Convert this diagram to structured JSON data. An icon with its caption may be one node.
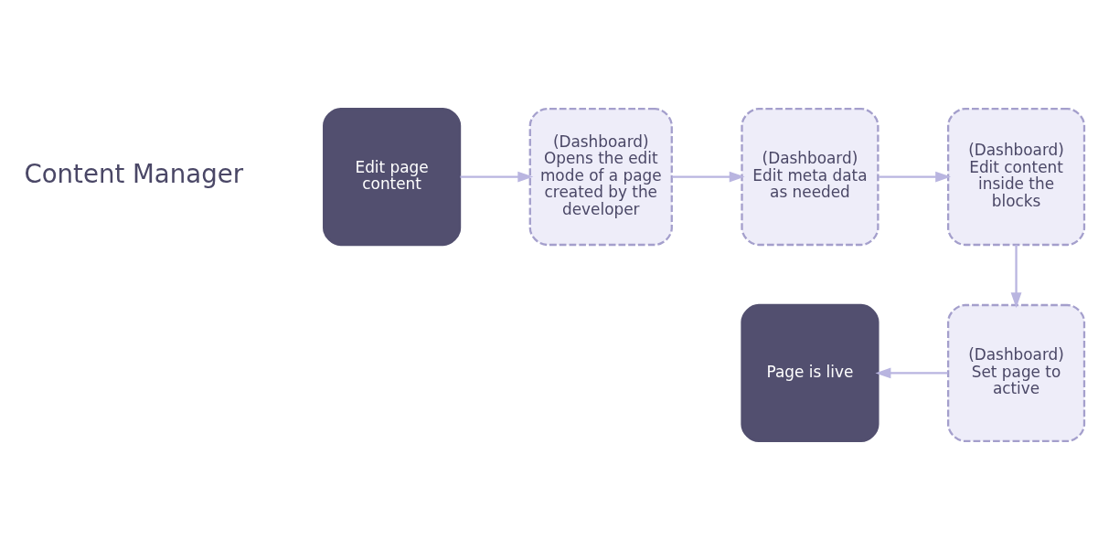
{
  "diagram": {
    "nodes": [
      {
        "text": [
          "Edit page content"
        ]
      },
      {
        "text": [
          "(Dashboard)",
          "Opens the edit mode of a page created by the developer"
        ]
      },
      {
        "text": [
          "(Dashboard)",
          "Edit meta data as needed"
        ]
      },
      {
        "text": [
          "(Dashboard)",
          "Edit content inside the blocks"
        ]
      },
      {
        "text": [
          "Page is live"
        ]
      },
      {
        "text": [
          "(Dashboard)",
          "Set page to active"
        ]
      }
    ],
    "edges": [
      {
        "from": 0,
        "to": 1,
        "arrow": "to"
      },
      {
        "from": 1,
        "to": 2,
        "arrow": "to"
      },
      {
        "from": 2,
        "to": 3,
        "arrow": "to"
      },
      {
        "from": 3,
        "to": 5,
        "arrow": "to"
      },
      {
        "from": 5,
        "to": 4,
        "arrow": "to"
      }
    ],
    "labels": [
      "Content Manager"
    ]
  }
}
